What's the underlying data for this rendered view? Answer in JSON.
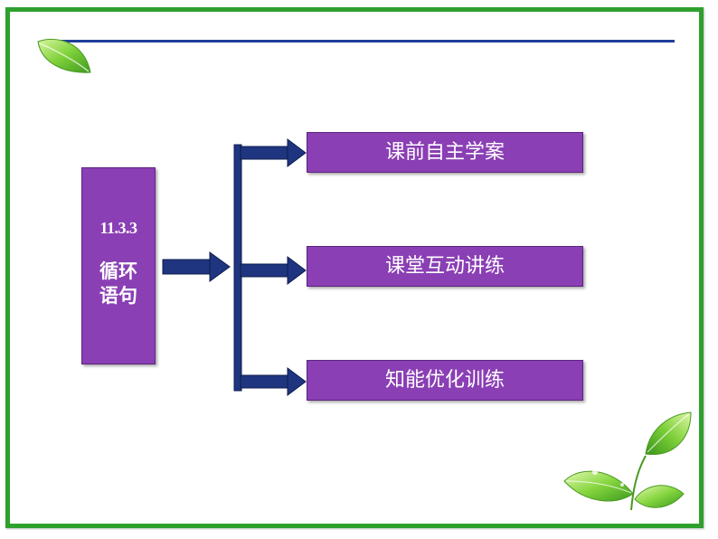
{
  "colors": {
    "frame": "#2ea02e",
    "rule": "#1f3f9a",
    "box_fill": "#8a3fb4",
    "arrow": "#1f3580",
    "text": "#ffffff"
  },
  "title_box": {
    "number": "11.3.3",
    "name": "循环语句"
  },
  "sections": [
    {
      "label": "课前自主学案"
    },
    {
      "label": "课堂互动讲练"
    },
    {
      "label": "知能优化训练"
    }
  ],
  "decorations": {
    "top_left": "leaf-icon",
    "bottom_right": "sprout-icon"
  }
}
